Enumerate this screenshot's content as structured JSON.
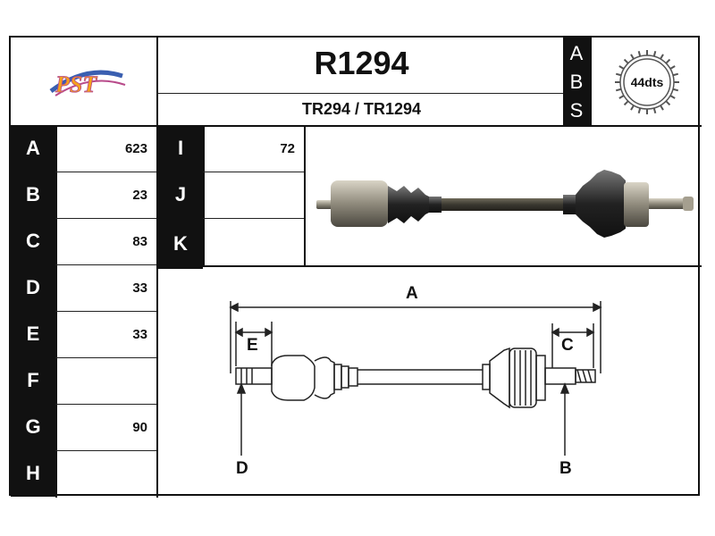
{
  "header": {
    "part_number": "R1294",
    "cross_refs": "TR294 / TR1294",
    "abs_letters": [
      "A",
      "B",
      "S"
    ],
    "abs_teeth": "44dts"
  },
  "logo": {
    "text": "PST",
    "colors": {
      "letters": "#f4a21b",
      "swoosh": "#3a5fb0",
      "outline": "#b84a8a"
    }
  },
  "left_table": [
    {
      "label": "A",
      "value": "623"
    },
    {
      "label": "B",
      "value": "23"
    },
    {
      "label": "C",
      "value": "83"
    },
    {
      "label": "D",
      "value": "33"
    },
    {
      "label": "E",
      "value": "33"
    },
    {
      "label": "F",
      "value": ""
    },
    {
      "label": "G",
      "value": "90"
    },
    {
      "label": "H",
      "value": ""
    }
  ],
  "mid_table": [
    {
      "label": "I",
      "value": "72"
    },
    {
      "label": "J",
      "value": ""
    },
    {
      "label": "K",
      "value": ""
    }
  ],
  "diagram": {
    "labels": {
      "a": "A",
      "b": "B",
      "c": "C",
      "d": "D",
      "e": "E"
    }
  }
}
